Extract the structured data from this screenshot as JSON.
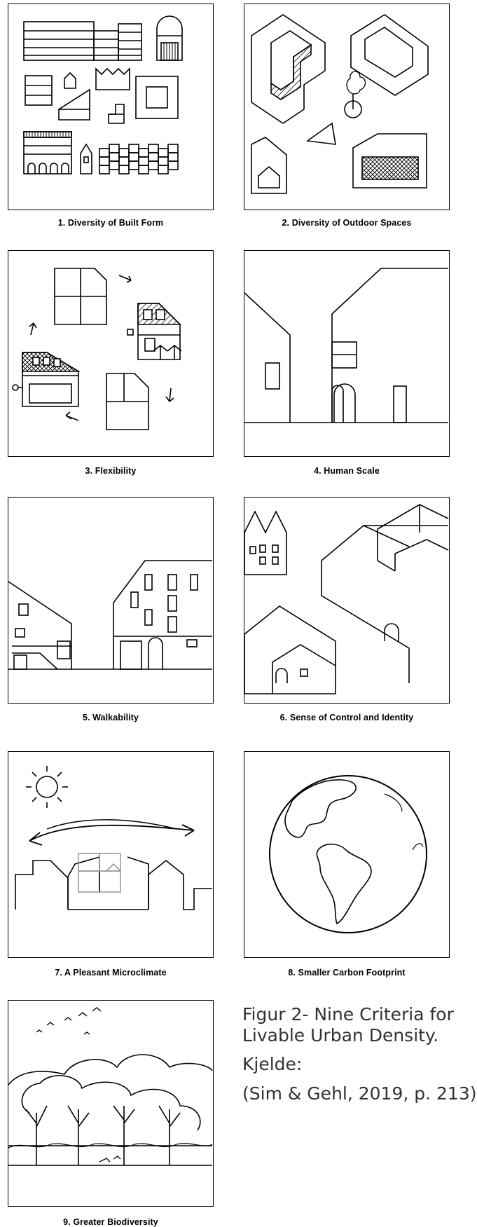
{
  "panels": [
    {
      "id": 1,
      "caption": "1. Diversity of Built Form"
    },
    {
      "id": 2,
      "caption": "2. Diversity of Outdoor Spaces"
    },
    {
      "id": 3,
      "caption": "3. Flexibility"
    },
    {
      "id": 4,
      "caption": "4. Human Scale"
    },
    {
      "id": 5,
      "caption": "5. Walkability"
    },
    {
      "id": 6,
      "caption": "6. Sense of Control and Identity"
    },
    {
      "id": 7,
      "caption": "7. A Pleasant Microclimate"
    },
    {
      "id": 8,
      "caption": "8. Smaller Carbon Footprint"
    },
    {
      "id": 9,
      "caption": "9. Greater Biodiversity"
    }
  ],
  "figure_caption": {
    "title_line1": "Figur 2- Nine Criteria for",
    "title_line2": "Livable Urban Density.",
    "source_label": "Kjelde:",
    "source_ref": "(Sim & Gehl, 2019, p. 213)"
  }
}
